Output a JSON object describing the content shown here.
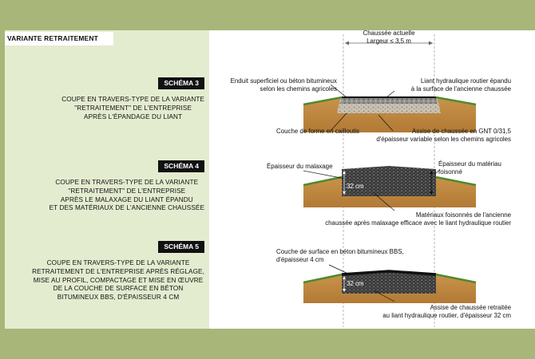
{
  "header": {
    "title": "VARIANTE RETRAITEMENT"
  },
  "colors": {
    "outer_background": "#a8b679",
    "left_panel": "#e4ecd0",
    "badge": "#111111",
    "soil": "#c8934a",
    "gravel_layer": "#c9c1b3",
    "old_pavement": "#9a9a98",
    "grass": "#4e8a2e",
    "asphalt": "#111111"
  },
  "top_dimension": {
    "label_line1": "Chaussée actuelle",
    "label_line2": "Largeur ≤ 3,5 m"
  },
  "schemas": [
    {
      "badge": "SCHÉMA 3",
      "description": [
        "COUPE EN TRAVERS-TYPE DE LA VARIANTE",
        "\"RETRAITEMENT\" DE L'ENTREPRISE",
        "APRÈS L'ÉPANDAGE DU LIANT"
      ],
      "labels": {
        "top_left": [
          "Enduit superficiel ou béton bitumineux",
          "selon les chemins agricoles"
        ],
        "top_right": [
          "Liant hydraulique routier épandu",
          "à la surface de l'ancienne chaussée"
        ],
        "bottom_left": [
          "Couche de forme en cailloutis"
        ],
        "bottom_right": [
          "Assise de chaussée en GNT 0/31,5",
          "d'épaisseur variable selon les chemins agricoles"
        ]
      }
    },
    {
      "badge": "SCHÉMA 4",
      "description": [
        "COUPE EN TRAVERS-TYPE DE LA VARIANTE",
        "\"RETRAITEMENT\" DE L'ENTREPRISE",
        "APRÈS LE MALAXAGE DU LIANT ÉPANDU",
        "ET DES MATÉRIAUX DE L'ANCIENNE CHAUSSÉE"
      ],
      "labels": {
        "top_left": [
          "Épaisseur du malaxage"
        ],
        "top_right": [
          "Épaisseur du matériau",
          "foisonné"
        ],
        "thickness": "32 cm",
        "bottom_right": [
          "Matériaux foisonnés de l'ancienne",
          "chaussée après malaxage efficace avec le liant hydraulique routier"
        ]
      }
    },
    {
      "badge": "SCHÉMA 5",
      "description": [
        "COUPE EN TRAVERS-TYPE DE LA VARIANTE",
        "RETRAITEMENT DE L'ENTREPRISE APRÈS RÉGLAGE,",
        "MISE AU PROFIL, COMPACTAGE ET MISE EN ŒUVRE",
        "DE LA COUCHE DE SURFACE EN BÉTON",
        "BITUMINEUX BBS, D'ÉPAISSEUR 4 CM"
      ],
      "labels": {
        "top_left": [
          "Couche de surface en béton bitumineux BBS,",
          "d'épaisseur 4 cm"
        ],
        "thickness": "32 cm",
        "bottom_right": [
          "Assise de chaussée retraitée",
          "au liant hydraulique routier, d'épaisseur 32 cm"
        ]
      }
    }
  ]
}
